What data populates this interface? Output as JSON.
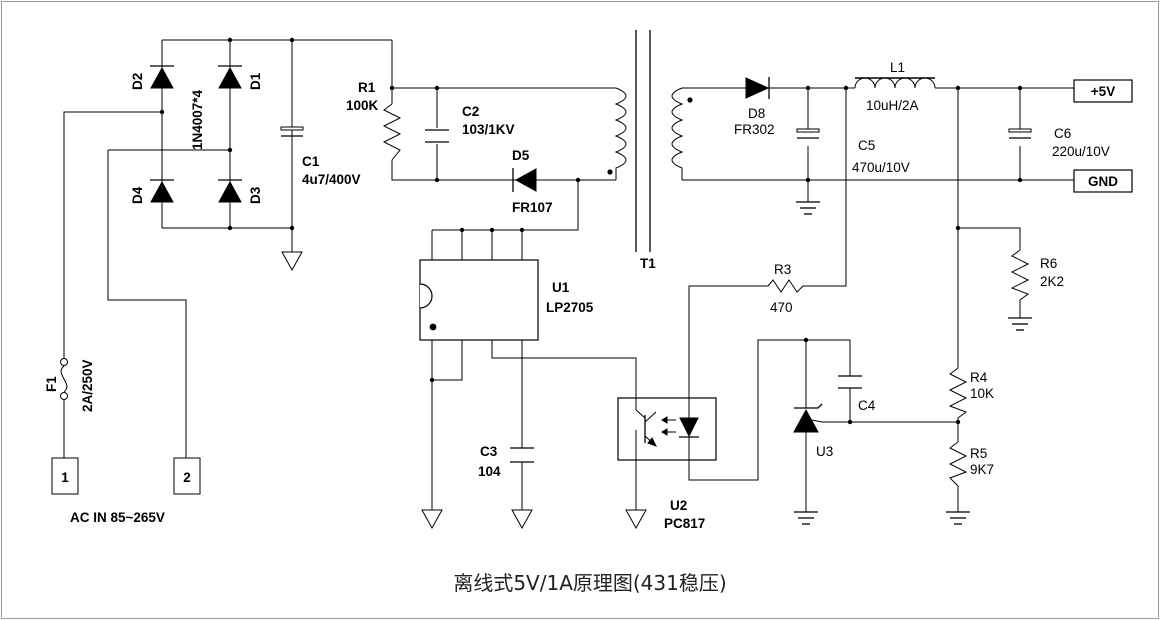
{
  "caption": "离线式5V/1A原理图(431稳压)",
  "components": {
    "d1": "D1",
    "d2": "D2",
    "d3": "D3",
    "d4": "D4",
    "bridge": "1N4007*4",
    "r1": "R1",
    "r1_val": "100K",
    "c1": "C1",
    "c1_val": "4u7/400V",
    "c2": "C2",
    "c2_val": "103/1KV",
    "d5": "D5",
    "d5_val": "FR107",
    "u1": "U1",
    "u1_val": "LP2705",
    "c3": "C3",
    "c3_val": "104",
    "t1": "T1",
    "d8": "D8",
    "d8_val": "FR302",
    "l1": "L1",
    "l1_val": "10uH/2A",
    "c5": "C5",
    "c5_val": "470u/10V",
    "c6": "C6",
    "c6_val": "220u/10V",
    "r3": "R3",
    "r3_val": "470",
    "r6": "R6",
    "r6_val": "2K2",
    "r4": "R4",
    "r4_val": "10K",
    "r5": "R5",
    "r5_val": "9K7",
    "c4": "C4",
    "u3": "U3",
    "u2": "U2",
    "u2_val": "PC817",
    "f1": "F1",
    "f1_val": "2A/250V"
  },
  "terminals": {
    "pin1": "1",
    "pin2": "2",
    "ac_in": "AC IN 85~265V",
    "out_pos": "+5V",
    "out_gnd": "GND"
  }
}
